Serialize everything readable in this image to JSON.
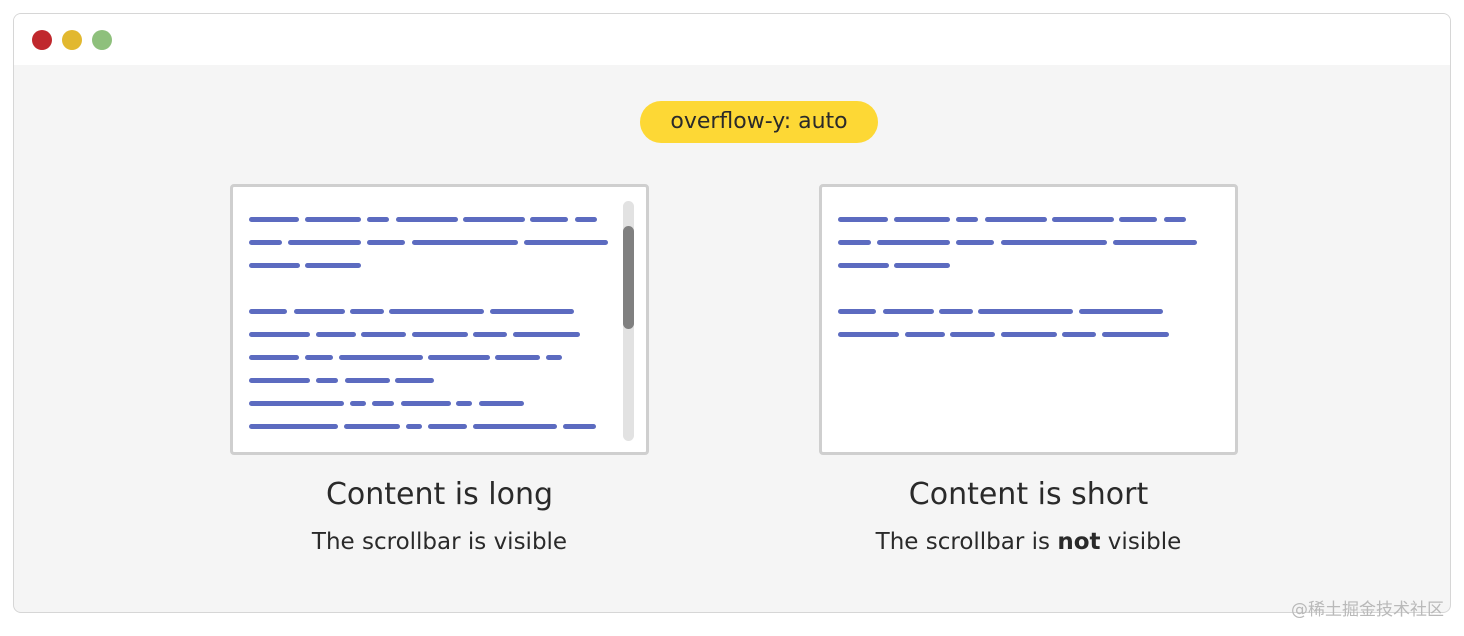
{
  "colors": {
    "dot_red": "#c0282d",
    "dot_yellow": "#e2b82f",
    "dot_green": "#8ec07c",
    "pill": "#fdd835",
    "text_line": "#5c6bc0"
  },
  "pill": {
    "label": "overflow-y: auto"
  },
  "long_panel": {
    "title": "Content is long",
    "subtitle": "The scrollbar is visible",
    "scroll_position": 0.18,
    "visible_fraction": 0.43
  },
  "short_panel": {
    "title": "Content is short",
    "subtitle_before": "The scrollbar is ",
    "subtitle_bold": "not",
    "subtitle_after": " visible"
  },
  "watermark": "@稀土掘金技术社区"
}
